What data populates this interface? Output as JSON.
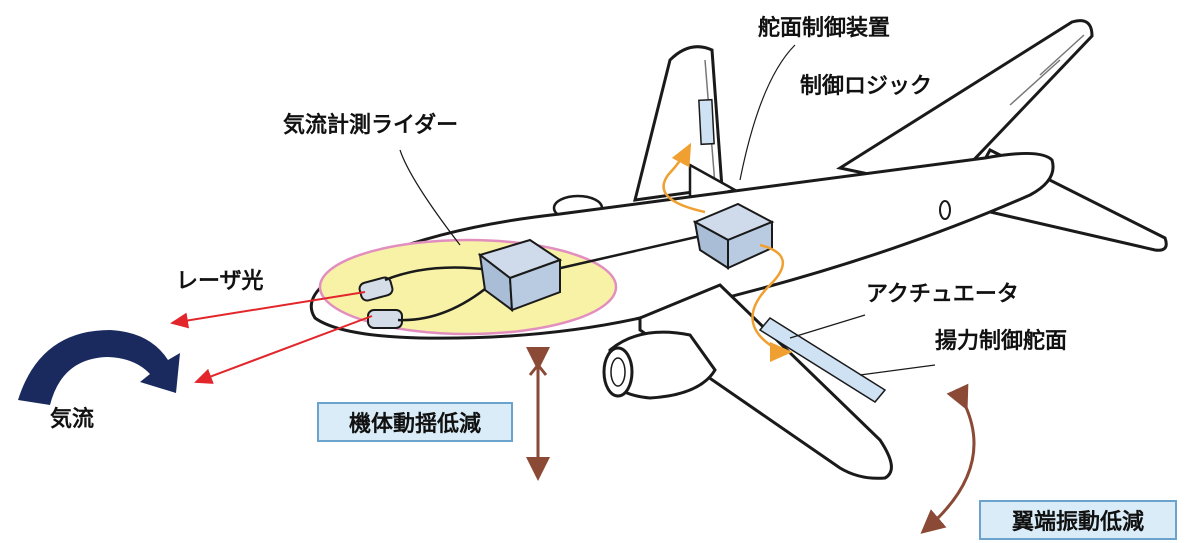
{
  "labels": {
    "surface_controller": "舵面制御装置",
    "control_logic": "制御ロジック",
    "airflow_lidar": "気流計測ライダー",
    "laser_light": "レーザ光",
    "actuator": "アクチュエータ",
    "lift_control_surface": "揚力制御舵面",
    "airflow": "気流"
  },
  "boxes": {
    "fuselage_sway_reduction": "機体動揺低減",
    "wingtip_vibration_reduction": "翼端振動低減"
  },
  "colors": {
    "aircraft_fill": "#ffffff",
    "aircraft_outline": "#1a1a1a",
    "lidar_zone_fill": "#f7f2a6",
    "lidar_zone_outline": "#e28fbf",
    "device_fill": "#b9cbe0",
    "laser": "#e3262b",
    "signal_arrow": "#f0a030",
    "airflow_arrow": "#1b2a5e",
    "motion_arrow": "#8a4a36",
    "box_fill": "#d9ecf7",
    "box_border": "#6aa4cc"
  }
}
